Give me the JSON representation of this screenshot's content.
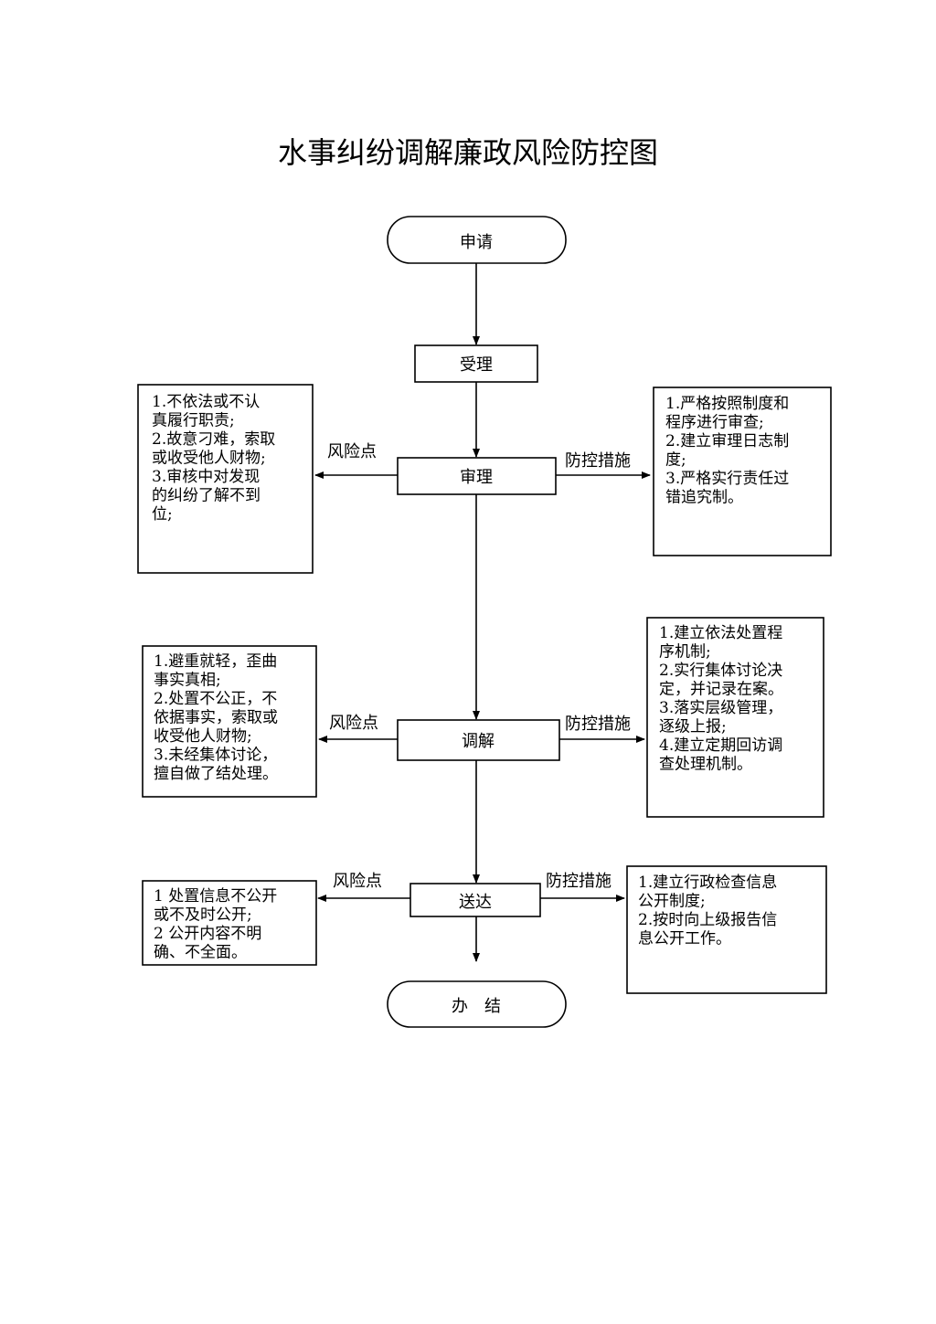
{
  "title": "水事纠纷调解廉政风险防控图",
  "nodes": {
    "start": "申请",
    "accept": "受理",
    "review": "审理",
    "mediate": "调解",
    "deliver": "送达",
    "end": "办　结"
  },
  "labels": {
    "risk": "风险点",
    "control": "防控措施"
  },
  "review_risk": [
    "1.不依法或不认",
    "真履行职责;",
    "2.故意刁难，索取",
    "或收受他人财物;",
    "3.审核中对发现",
    "的纠纷了解不到",
    "位;"
  ],
  "review_control": [
    "1.严格按照制度和",
    "程序进行审查;",
    "2.建立审理日志制",
    "度;",
    "3.严格实行责任过",
    "错追究制。"
  ],
  "mediate_risk": [
    "1.避重就轻，歪曲",
    "事实真相;",
    "2.处置不公正，不",
    "依据事实，索取或",
    "收受他人财物;",
    "3.未经集体讨论，",
    "擅自做了结处理。"
  ],
  "mediate_control": [
    "1.建立依法处置程",
    "序机制;",
    "2.实行集体讨论决",
    "定，并记录在案。",
    "3.落实层级管理，",
    "逐级上报;",
    "4.建立定期回访调",
    "查处理机制。"
  ],
  "deliver_risk": [
    "1 处置信息不公开",
    "或不及时公开;",
    "2 公开内容不明",
    "确、不全面。"
  ],
  "deliver_control": [
    "1.建立行政检查信息",
    "公开制度;",
    "2.按时向上级报告信",
    "息公开工作。"
  ],
  "colors": {
    "line": "#000000",
    "background": "#ffffff"
  }
}
